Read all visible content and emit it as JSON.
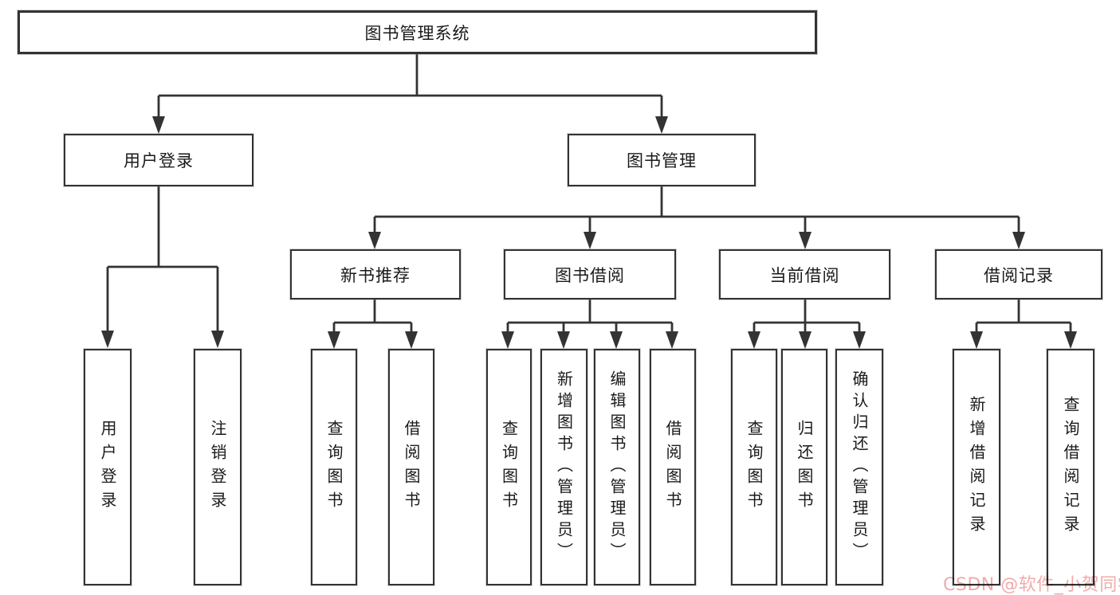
{
  "tree": {
    "root": "图书管理系统",
    "branches": {
      "user_login": {
        "label": "用户登录",
        "children": [
          "用户登录",
          "注销登录"
        ]
      },
      "book_mgmt": {
        "label": "图书管理",
        "modules": {
          "new_books": {
            "label": "新书推荐",
            "children": [
              "查询图书",
              "借阅图书"
            ]
          },
          "book_borrow": {
            "label": "图书借阅",
            "children": [
              "查询图书",
              "新增图书（管理员）",
              "编辑图书（管理员）",
              "借阅图书"
            ]
          },
          "current_borrow": {
            "label": "当前借阅",
            "children": [
              "查询图书",
              "归还图书",
              "确认归还（管理员）"
            ]
          },
          "borrow_records": {
            "label": "借阅记录",
            "children": [
              "新增借阅记录",
              "查询借阅记录"
            ]
          }
        }
      }
    }
  },
  "watermark": {
    "text": "CSDN @软件_小贺同学",
    "color": "#efabab"
  },
  "colors": {
    "background": "#ffffff",
    "line": "#333333",
    "box_border": "#333333",
    "text": "#1a1a1a"
  }
}
